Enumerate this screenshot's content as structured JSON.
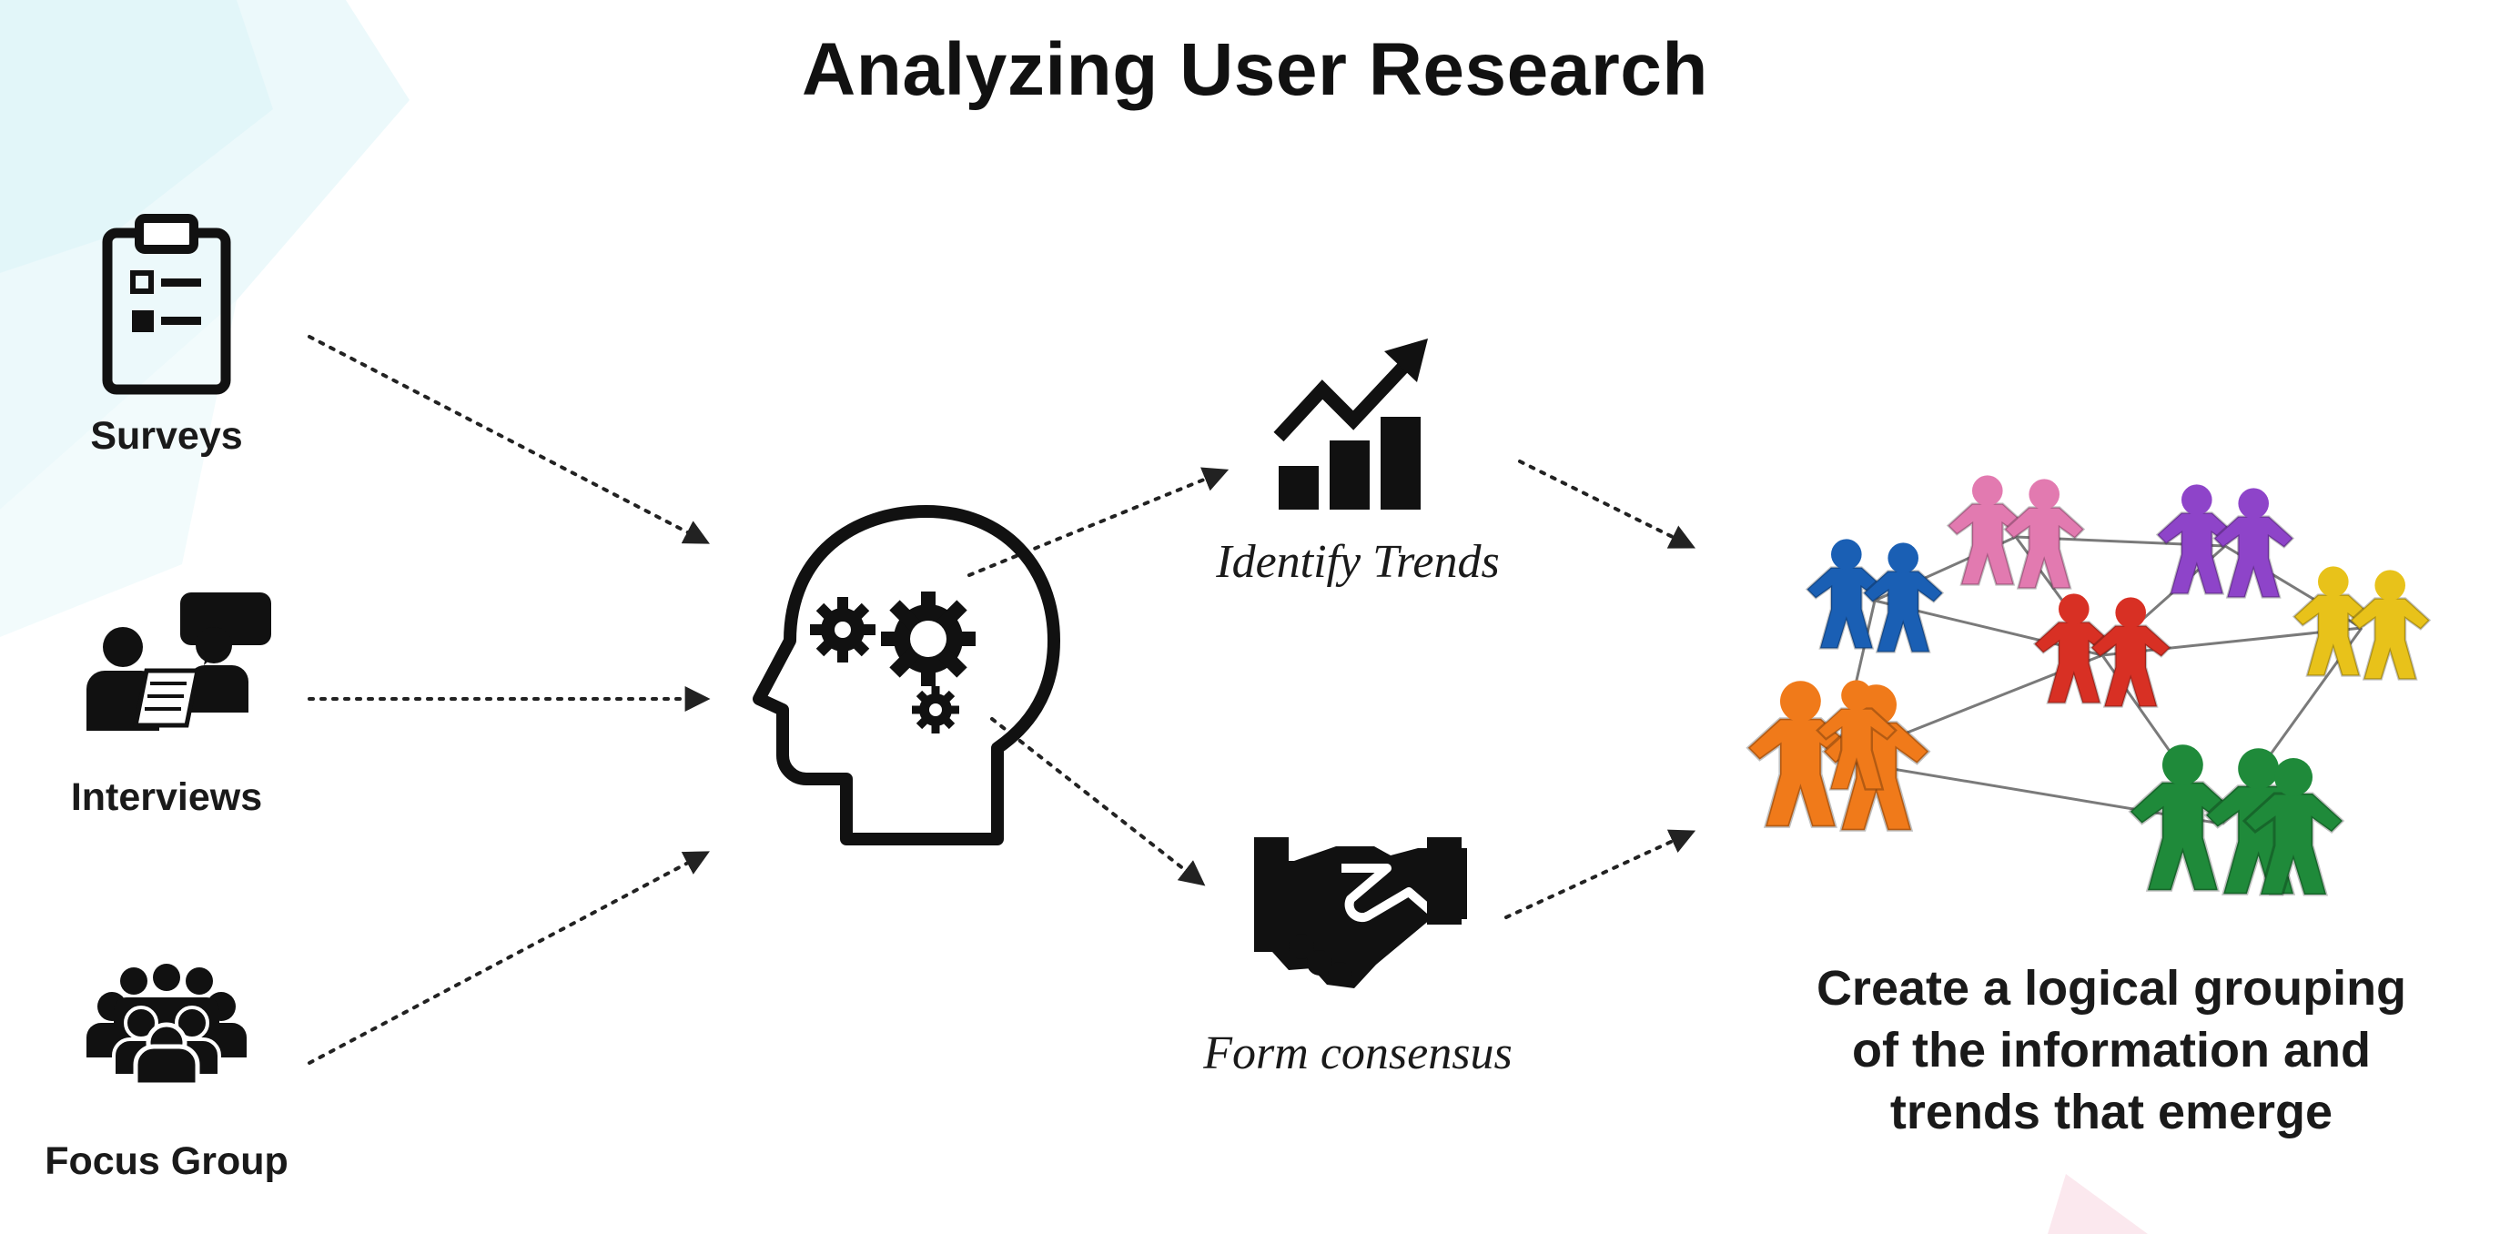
{
  "title": "Analyzing User Research",
  "sources": [
    {
      "label": "Surveys",
      "icon": "clipboard-icon"
    },
    {
      "label": "Interviews",
      "icon": "interview-icon"
    },
    {
      "label": "Focus Group",
      "icon": "group-icon"
    }
  ],
  "center": {
    "icon": "brain-gears-icon"
  },
  "outcomes": [
    {
      "label": "Identify Trends",
      "icon": "trend-chart-icon"
    },
    {
      "label": "Form consensus",
      "icon": "handshake-icon"
    }
  ],
  "result": {
    "icon": "people-network-icon",
    "label_lines": [
      "Create a logical grouping",
      "of the information and",
      "trends that emerge"
    ]
  },
  "colors": {
    "figures": [
      "#1a5fb4",
      "#e27ab0",
      "#8e44c9",
      "#e8c21a",
      "#d83024",
      "#f07a1a",
      "#1f8a3a"
    ],
    "icon": "#111111",
    "arrow": "#222222"
  }
}
